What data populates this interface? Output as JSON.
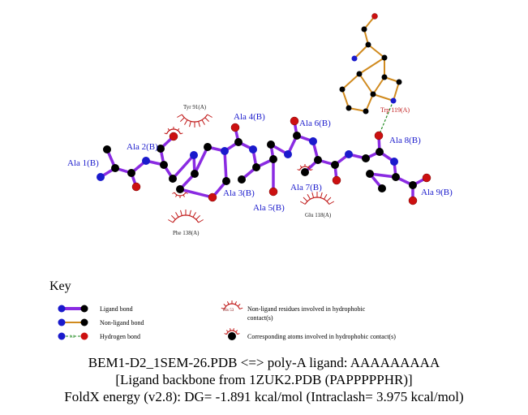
{
  "residue_labels": {
    "ala1": "Ala 1(B)",
    "ala2": "Ala 2(B)",
    "ala3": "Ala 3(B)",
    "ala4": "Ala 4(B)",
    "ala5": "Ala 5(B)",
    "ala6": "Ala 6(B)",
    "ala7": "Ala 7(B)",
    "ala8": "Ala 8(B)",
    "ala9": "Ala 9(B)"
  },
  "contact_residues": {
    "tyr91": "Tyr 91(A)",
    "phe138": "Phe 138(A)",
    "glu118": "Glu 118(A)",
    "trp119": "Trp 119(A)"
  },
  "key": {
    "title": "Key",
    "ligand_bond": "Ligand bond",
    "nonligand_bond": "Non-ligand bond",
    "hydrogen_bond": "Hydrogen bond",
    "hbond_len": "3.0",
    "his_label": "His 53",
    "hydrophobic_residues_1": "Non-ligand residues involved in hydrophobic",
    "hydrophobic_residues_2": "contact(s)",
    "hydrophobic_atoms": "Corresponding atoms involved in hydrophobic contact(s)"
  },
  "footer": {
    "line1": "BEM1-D2_1SEM-26.PDB <=> poly-A ligand: AAAAAAAAA",
    "line2": "[Ligand backbone from 1ZUK2.PDB (PAPPPPPHR)]",
    "line3": "FoldX energy (v2.8): DG= -1.891 kcal/mol (Intraclash= 3.975 kcal/mol)"
  },
  "colors": {
    "ligand_bond": "#8a2be2",
    "nonligand_bond": "#d08a1e",
    "carbon": "#000000",
    "nitrogen": "#1a1acc",
    "oxygen": "#cc1010",
    "hbond": "#1f8a1f",
    "hydrophobic_arc": "#c01818"
  }
}
